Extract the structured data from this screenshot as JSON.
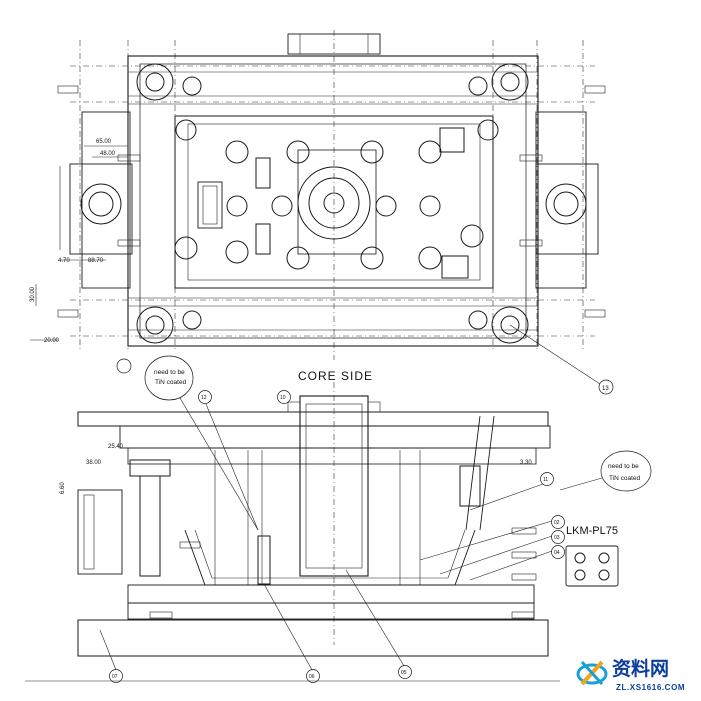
{
  "top_view": {
    "dims_left": [
      "65.00",
      "48.00",
      "4.70",
      "88.70",
      "30.00",
      "20.00"
    ],
    "circle_mark": "13"
  },
  "bottom_view": {
    "title": "CORE SIDE",
    "note_left": [
      "need to be",
      "TiN coated"
    ],
    "note_right": [
      "need to be",
      "TiN coated"
    ],
    "dims": [
      "25.40",
      "38.00",
      "6.60",
      "3.30"
    ],
    "part_label": "LKM-PL75",
    "circle_marks": [
      "10",
      "12",
      "11",
      "02",
      "03",
      "04",
      "07",
      "06",
      "05"
    ]
  },
  "watermark": {
    "brand": "资料网",
    "url": "ZL.XS1616.COM"
  },
  "colors": {
    "ink": "#1a1a1a",
    "watermark_text": "#0a3d9c",
    "watermark_logo_a": "#1aa0d8",
    "watermark_logo_b": "#f2a51c"
  }
}
